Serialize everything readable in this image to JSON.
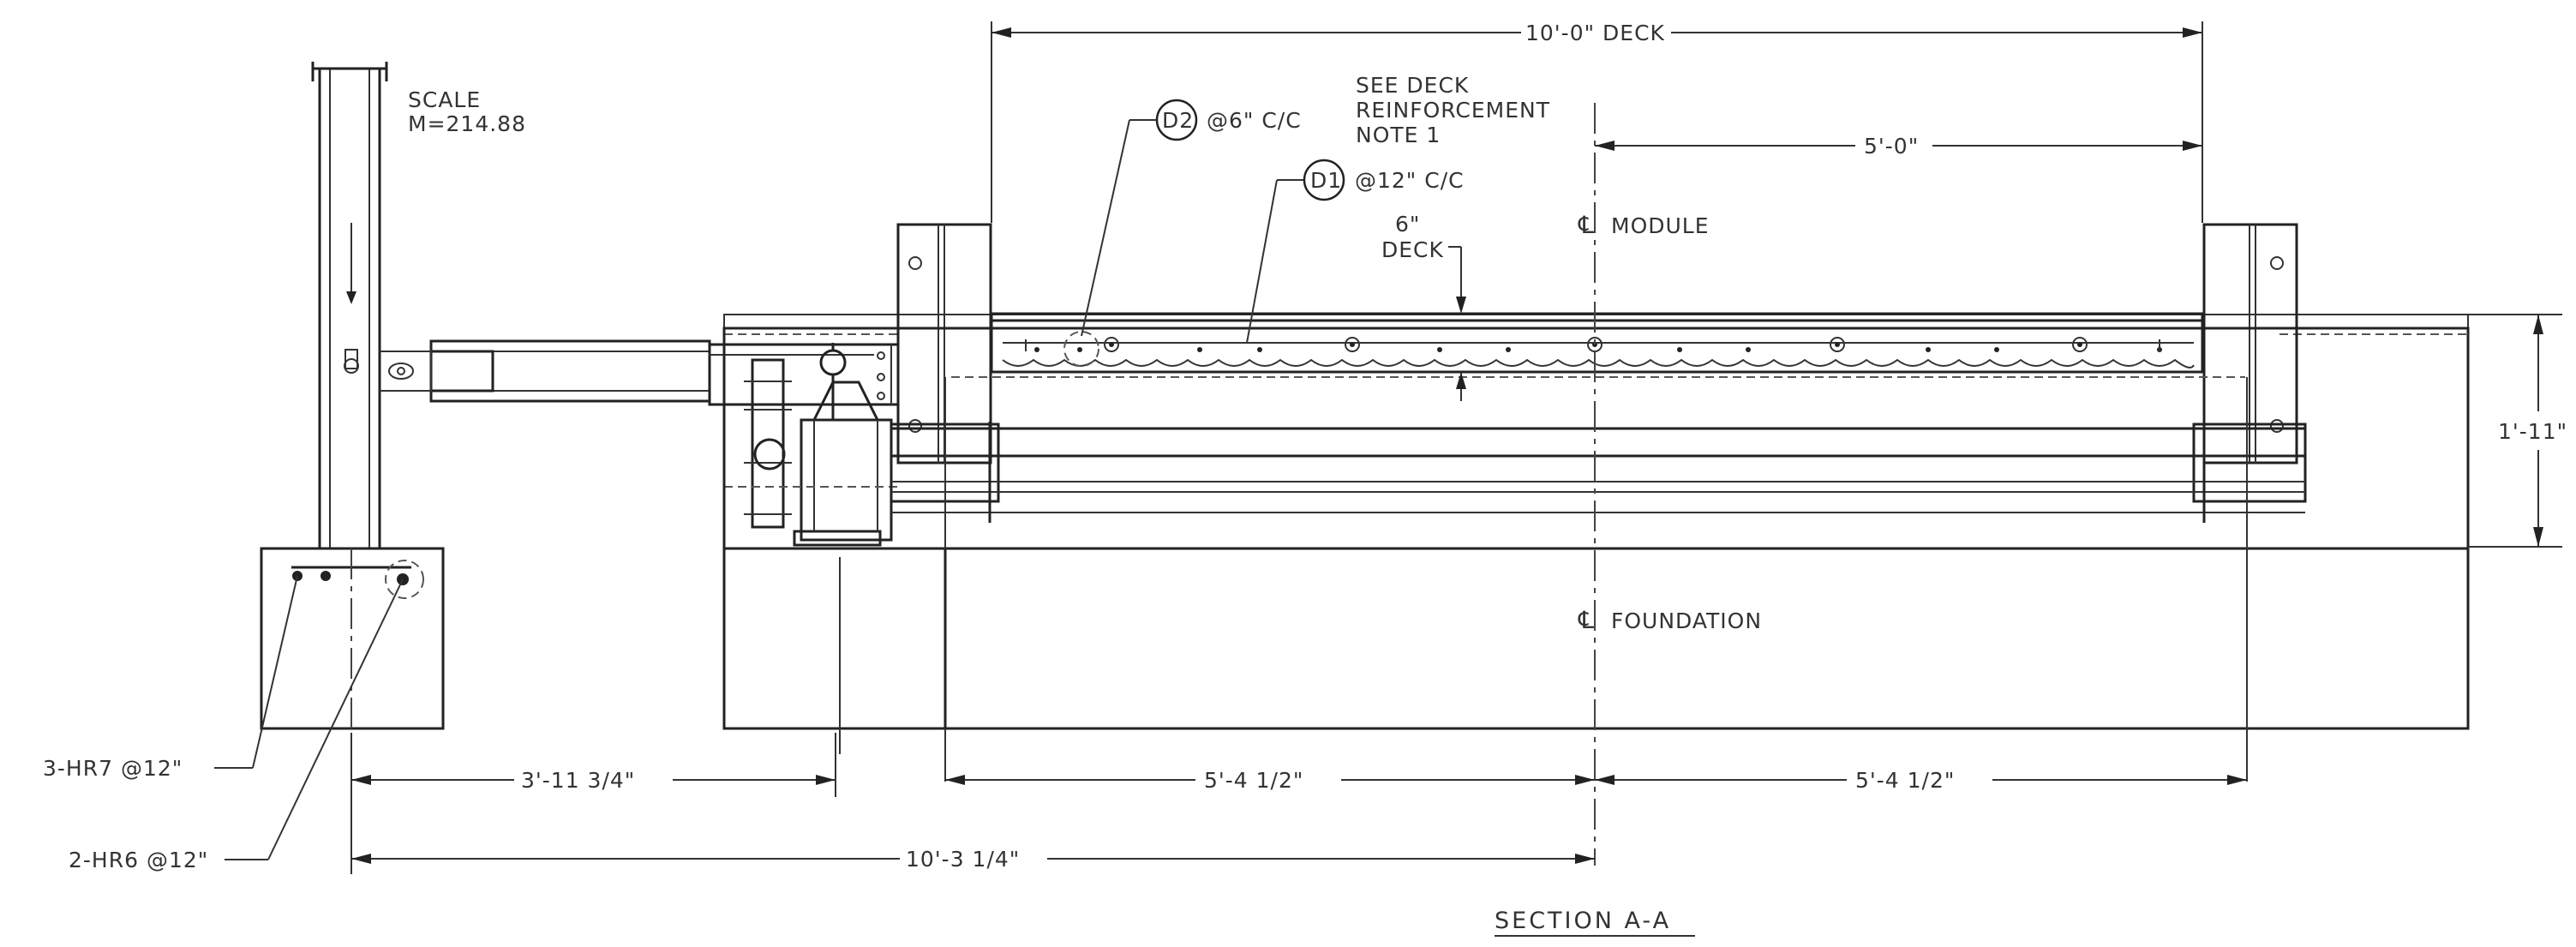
{
  "scale": {
    "line1": "SCALE",
    "line2": "M=214.88"
  },
  "dims": {
    "deck_width": "10'-0\" DECK",
    "half_deck": "5'-0\"",
    "height": "1'-11\"",
    "left_offset": "3'-11 3/4\"",
    "half_found_left": "5'-4 1/2\"",
    "half_found_right": "5'-4 1/2\"",
    "total_left": "10'-3 1/4\""
  },
  "notes": {
    "see_deck": [
      "SEE DECK",
      "REINFORCEMENT",
      "NOTE 1"
    ],
    "d2_tag": "D2",
    "d2_spacing": "@6\" C/C",
    "d1_tag": "D1",
    "d1_spacing": "@12\" C/C",
    "deck_thk_1": "6\"",
    "deck_thk_2": "DECK",
    "module_cl": "MODULE",
    "foundation_cl": "FOUNDATION",
    "rebar_1": "3-HR7 @12\"",
    "rebar_2": "2-HR6 @12\""
  },
  "title": "SECTION  A-A"
}
